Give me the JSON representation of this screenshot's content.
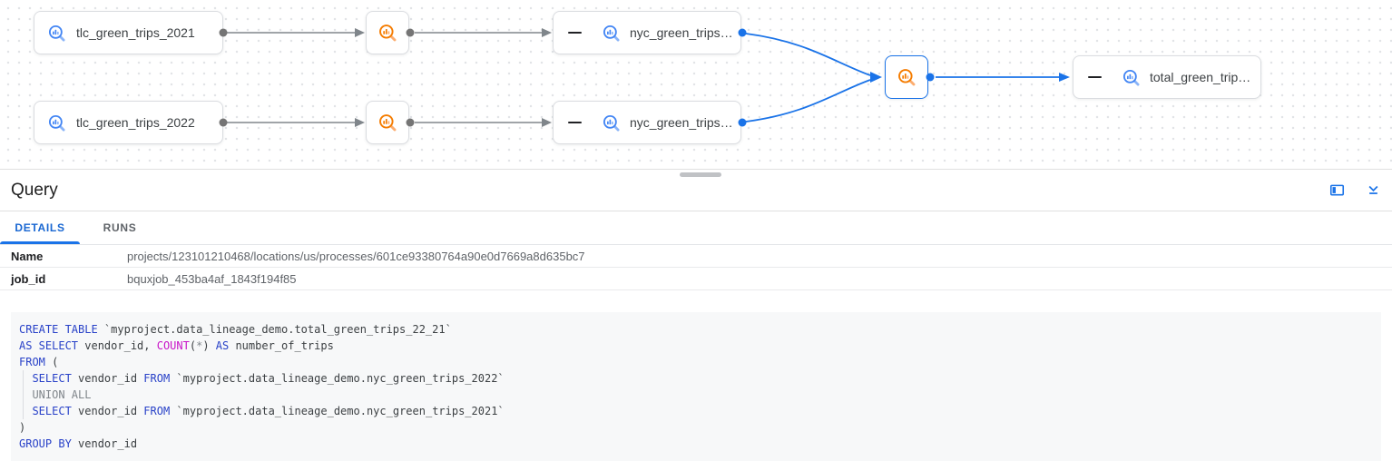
{
  "graph": {
    "nodes": [
      {
        "label": "tlc_green_trips_2021"
      },
      {
        "label": "nyc_green_trips…"
      },
      {
        "label": "tlc_green_trips_2022"
      },
      {
        "label": "nyc_green_trips…"
      },
      {
        "label": "total_green_trip…"
      }
    ],
    "icons": {
      "table_icon": "bigquery-table-icon",
      "process_icon": "bigquery-process-icon",
      "collapse_node_icon": "collapse-node-icon"
    }
  },
  "panel": {
    "title": "Query",
    "header_icons": {
      "side_panel": "open-in-side-panel-icon",
      "collapse": "collapse-panel-icon"
    },
    "tabs": [
      {
        "label": "DETAILS",
        "active": true
      },
      {
        "label": "RUNS",
        "active": false
      }
    ],
    "details": [
      {
        "label": "Name",
        "value": "projects/123101210468/locations/us/processes/601ce93380764a90e0d7669a8d635bc7"
      },
      {
        "label": "job_id",
        "value": "bquxjob_453ba4af_1843f194f85"
      }
    ]
  },
  "sql": {
    "lines": [
      [
        {
          "c": "kw",
          "t": "CREATE TABLE"
        },
        {
          "c": "tx",
          "t": " `myproject.data_lineage_demo.total_green_trips_22_21`"
        }
      ],
      [
        {
          "c": "kw",
          "t": "AS SELECT"
        },
        {
          "c": "tx",
          "t": " vendor_id, "
        },
        {
          "c": "fn",
          "t": "COUNT"
        },
        {
          "c": "tx",
          "t": "("
        },
        {
          "c": "gy",
          "t": "*"
        },
        {
          "c": "tx",
          "t": ") "
        },
        {
          "c": "kw",
          "t": "AS"
        },
        {
          "c": "tx",
          "t": " number_of_trips"
        }
      ],
      [
        {
          "c": "kw",
          "t": "FROM"
        },
        {
          "c": "tx",
          "t": " ("
        }
      ],
      [
        {
          "c": "tx",
          "t": "  "
        },
        {
          "c": "kw",
          "t": "SELECT"
        },
        {
          "c": "tx",
          "t": " vendor_id "
        },
        {
          "c": "kw",
          "t": "FROM"
        },
        {
          "c": "tx",
          "t": " `myproject.data_lineage_demo.nyc_green_trips_2022`"
        }
      ],
      [
        {
          "c": "tx",
          "t": "  "
        },
        {
          "c": "gy",
          "t": "UNION ALL"
        }
      ],
      [
        {
          "c": "tx",
          "t": "  "
        },
        {
          "c": "kw",
          "t": "SELECT"
        },
        {
          "c": "tx",
          "t": " vendor_id "
        },
        {
          "c": "kw",
          "t": "FROM"
        },
        {
          "c": "tx",
          "t": " `myproject.data_lineage_demo.nyc_green_trips_2021`"
        }
      ],
      [
        {
          "c": "tx",
          "t": ")"
        }
      ],
      [
        {
          "c": "kw",
          "t": "GROUP BY"
        },
        {
          "c": "tx",
          "t": " vendor_id"
        }
      ]
    ]
  },
  "colors": {
    "accent_blue": "#1a73e8",
    "edge_gray": "#80868b",
    "table_icon_blue": "#4285f4",
    "process_icon_orange": "#f57c00",
    "keyword_blue": "#2841c8",
    "function_magenta": "#c814c8",
    "comment_gray": "#80868b",
    "code_background": "#f7f8f9"
  }
}
